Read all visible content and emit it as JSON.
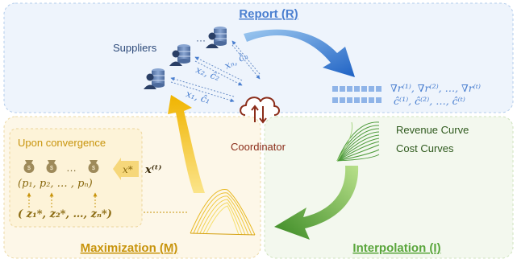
{
  "report": {
    "title": "Report (R)",
    "title_color": "#4a7fd0",
    "suppliers_label": "Suppliers",
    "ellipsis": "···",
    "msgs": {
      "m1": "x₁, ĉ₁",
      "m2": "x₂, ĉ₂",
      "mn": "xₙ, ĉₙ"
    },
    "grad_r": "∇r⁽¹⁾, ∇r⁽²⁾, …, ∇r⁽ᵗ⁾",
    "chat_c": "ĉ⁽¹⁾, ĉ⁽²⁾, …, ĉ⁽ᵗ⁾",
    "panel_bg": "#eef4fc"
  },
  "coordinator": {
    "label": "Coordinator",
    "color": "#8b2d1a"
  },
  "maximization": {
    "title": "Maximization (M)",
    "title_color": "#c8940c",
    "upon": "Upon convergence",
    "prices": "(p₁,  p₂, … ,  pₙ)",
    "dots": "…",
    "zstar": "( z₁*,  z₂*, …,  zₙ*)",
    "xstar": "x*",
    "xt": "x⁽ᵗ⁾",
    "panel_bg": "#fdf7e8"
  },
  "interpolation": {
    "title": "Interpolation (I)",
    "title_color": "#5aa63c",
    "revenue": "Revenue Curve",
    "cost": "Cost Curves",
    "panel_bg": "#f3f8ee"
  }
}
